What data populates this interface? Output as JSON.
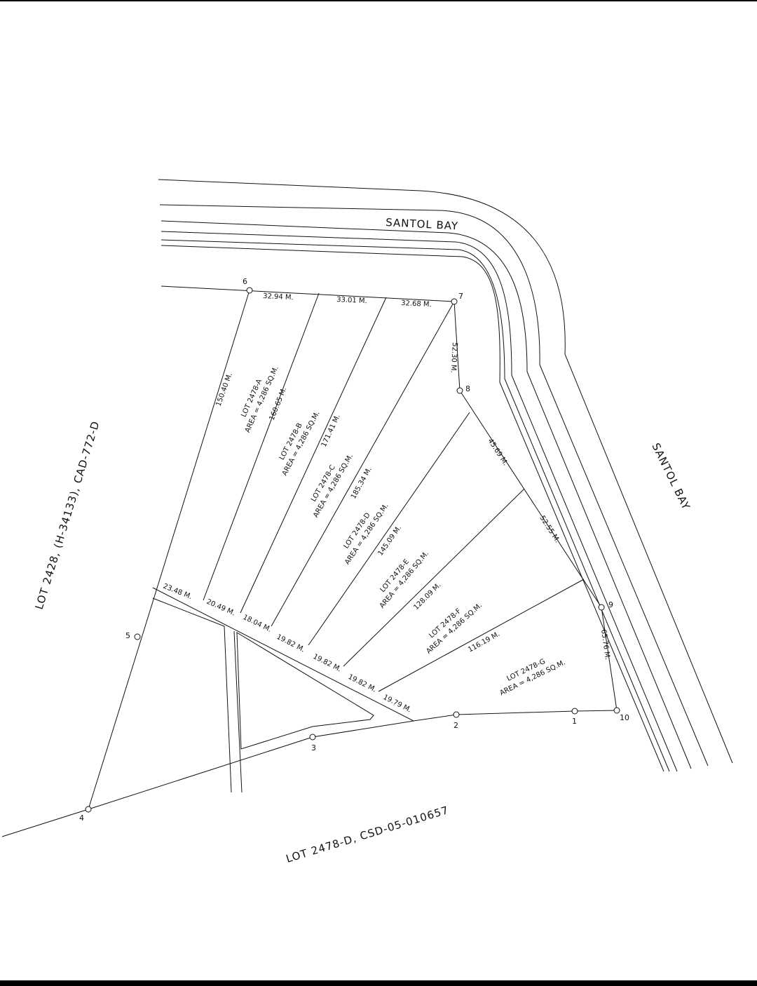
{
  "title_labels": {
    "bay_top": "SANTOL BAY",
    "bay_right": "SANTOL BAY",
    "adjoining_west": "LOT 2428, (H-34133), CAD-772-D",
    "adjoining_south": "LOT 2478-D, CSD-05-010657"
  },
  "corners": [
    "1",
    "2",
    "3",
    "4",
    "5",
    "6",
    "7",
    "8",
    "9",
    "10"
  ],
  "lots": [
    {
      "name": "LOT 2478-A",
      "area": "AREA = 4,286 SQ.M."
    },
    {
      "name": "LOT 2478-B",
      "area": "AREA = 4,286 SQ.M."
    },
    {
      "name": "LOT 2478-C",
      "area": "AREA = 4,286 SQ.M."
    },
    {
      "name": "LOT 2478-D",
      "area": "AREA = 4,286 SQ.M."
    },
    {
      "name": "LOT 2478-E",
      "area": "AREA = 4,286 SQ.M."
    },
    {
      "name": "LOT 2478-F",
      "area": "AREA = 4,286 SQ.M."
    },
    {
      "name": "LOT 2478-G",
      "area": "AREA = 4,286 SQ.M."
    }
  ],
  "back_distances": [
    "32.94 M.",
    "33.01 M.",
    "32.68 M."
  ],
  "side_distances": [
    "150.40 M.",
    "160.65 M.",
    "171.41 M.",
    "185.34 M.",
    "145.09 M.",
    "128.09 M.",
    "116.19 M."
  ],
  "bay_distances": [
    "52.30 M.",
    "45.69 M.",
    "52.55 M.",
    "65.76 M."
  ],
  "front_distances": [
    "23.48 M.",
    "20.49 M.",
    "18.04 M.",
    "19.82 M.",
    "19.82 M.",
    "19.82 M.",
    "19.79 M."
  ]
}
